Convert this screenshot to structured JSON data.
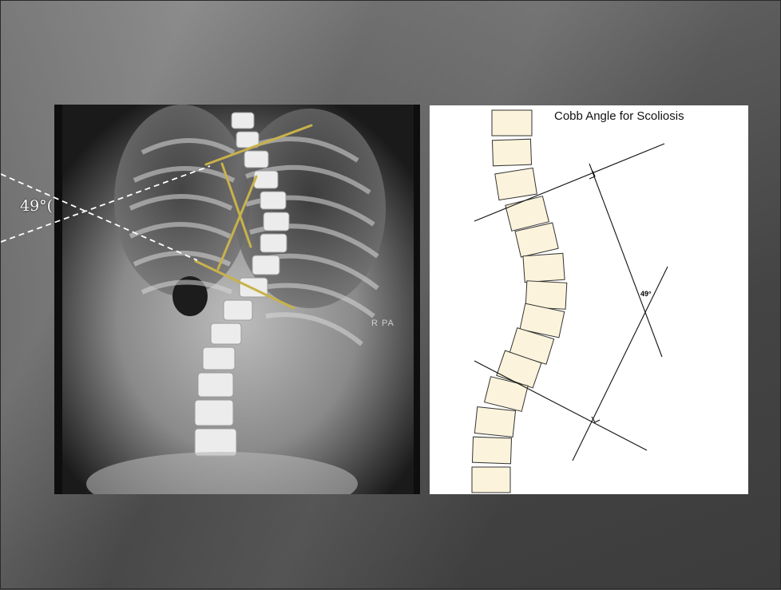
{
  "xray": {
    "angle_label": "49°(",
    "marker": "R  PA"
  },
  "diagram": {
    "title": "Cobb Angle for Scoliosis",
    "angle_label": "49°"
  },
  "colors": {
    "cobb_lines": "#c8b24a",
    "vertebra_fill": "#fbf3db",
    "angle_guides": "#ffffff"
  }
}
